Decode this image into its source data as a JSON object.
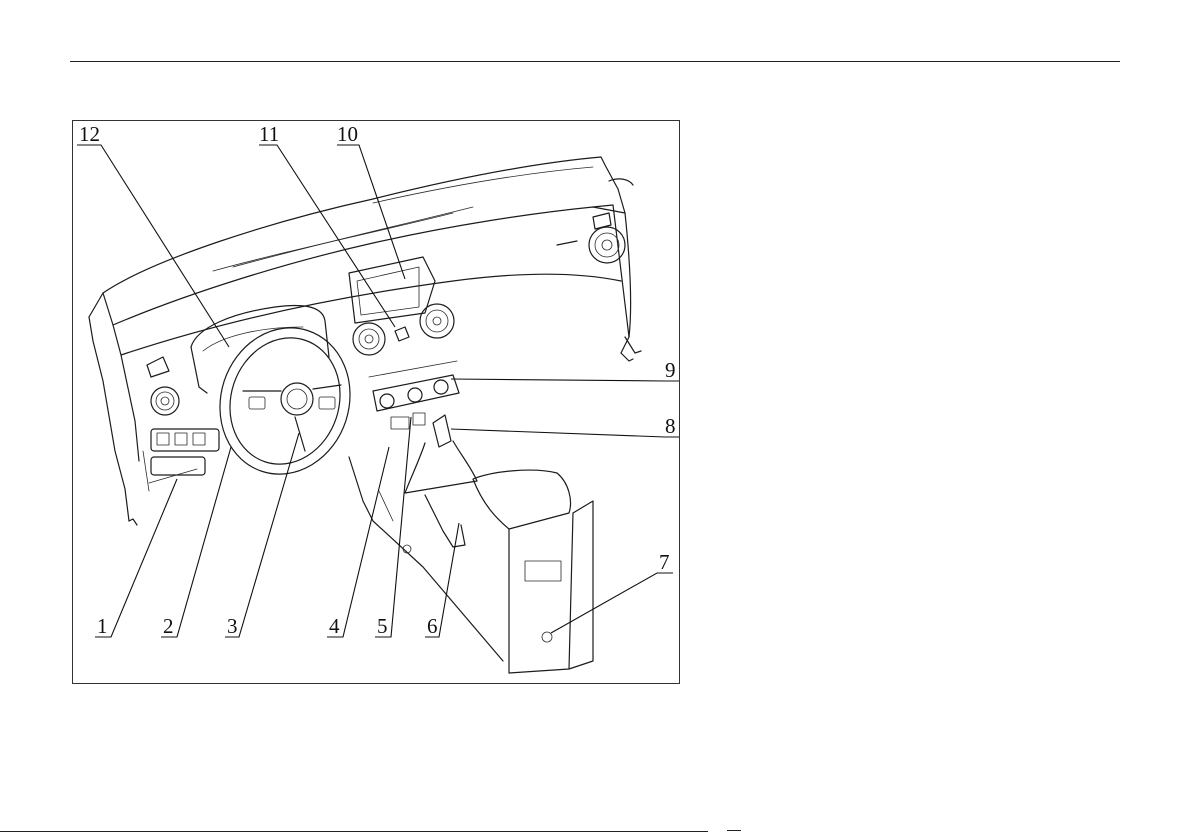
{
  "figure": {
    "callouts": [
      {
        "id": "1",
        "label": "1"
      },
      {
        "id": "2",
        "label": "2"
      },
      {
        "id": "3",
        "label": "3"
      },
      {
        "id": "4",
        "label": "4"
      },
      {
        "id": "5",
        "label": "5"
      },
      {
        "id": "6",
        "label": "6"
      },
      {
        "id": "7",
        "label": "7"
      },
      {
        "id": "8",
        "label": "8"
      },
      {
        "id": "9",
        "label": "9"
      },
      {
        "id": "10",
        "label": "10"
      },
      {
        "id": "11",
        "label": "11"
      },
      {
        "id": "12",
        "label": "12"
      }
    ]
  }
}
